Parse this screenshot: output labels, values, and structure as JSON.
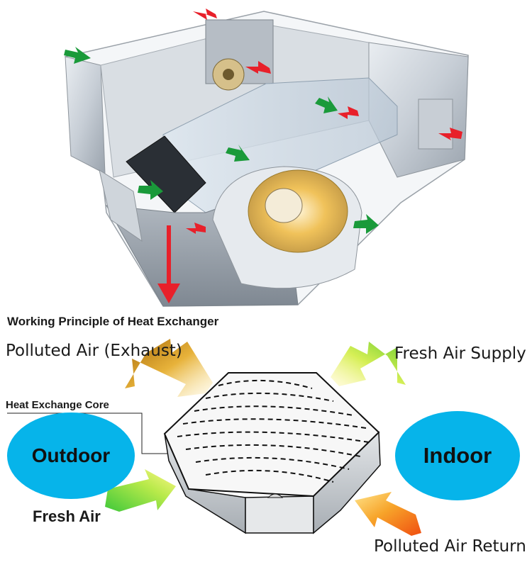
{
  "title": "Working Principle of Heat Exchanger",
  "labels": {
    "exhaust": "Polluted Air (Exhaust)",
    "supply": "Fresh Air Supply",
    "core": "Heat Exchange Core",
    "fresh_air": "Fresh Air",
    "return_air": "Polluted Air Return",
    "outdoor": "Outdoor",
    "indoor": "Indoor"
  },
  "colors": {
    "outdoor_indoor_fill": "#06b4ea",
    "green_arrow": "#1a9a3a",
    "red_arrow": "#e8202a",
    "exhaust_arrow": "#c98a14",
    "supply_arrow": "#8fd63a",
    "return_arrow": "#f06a12",
    "fresh_arrow": "#3ec83a"
  },
  "icons": [
    "green-airflow-arrow-icon",
    "red-airflow-arrow-icon",
    "exhaust-down-arrow-icon"
  ]
}
